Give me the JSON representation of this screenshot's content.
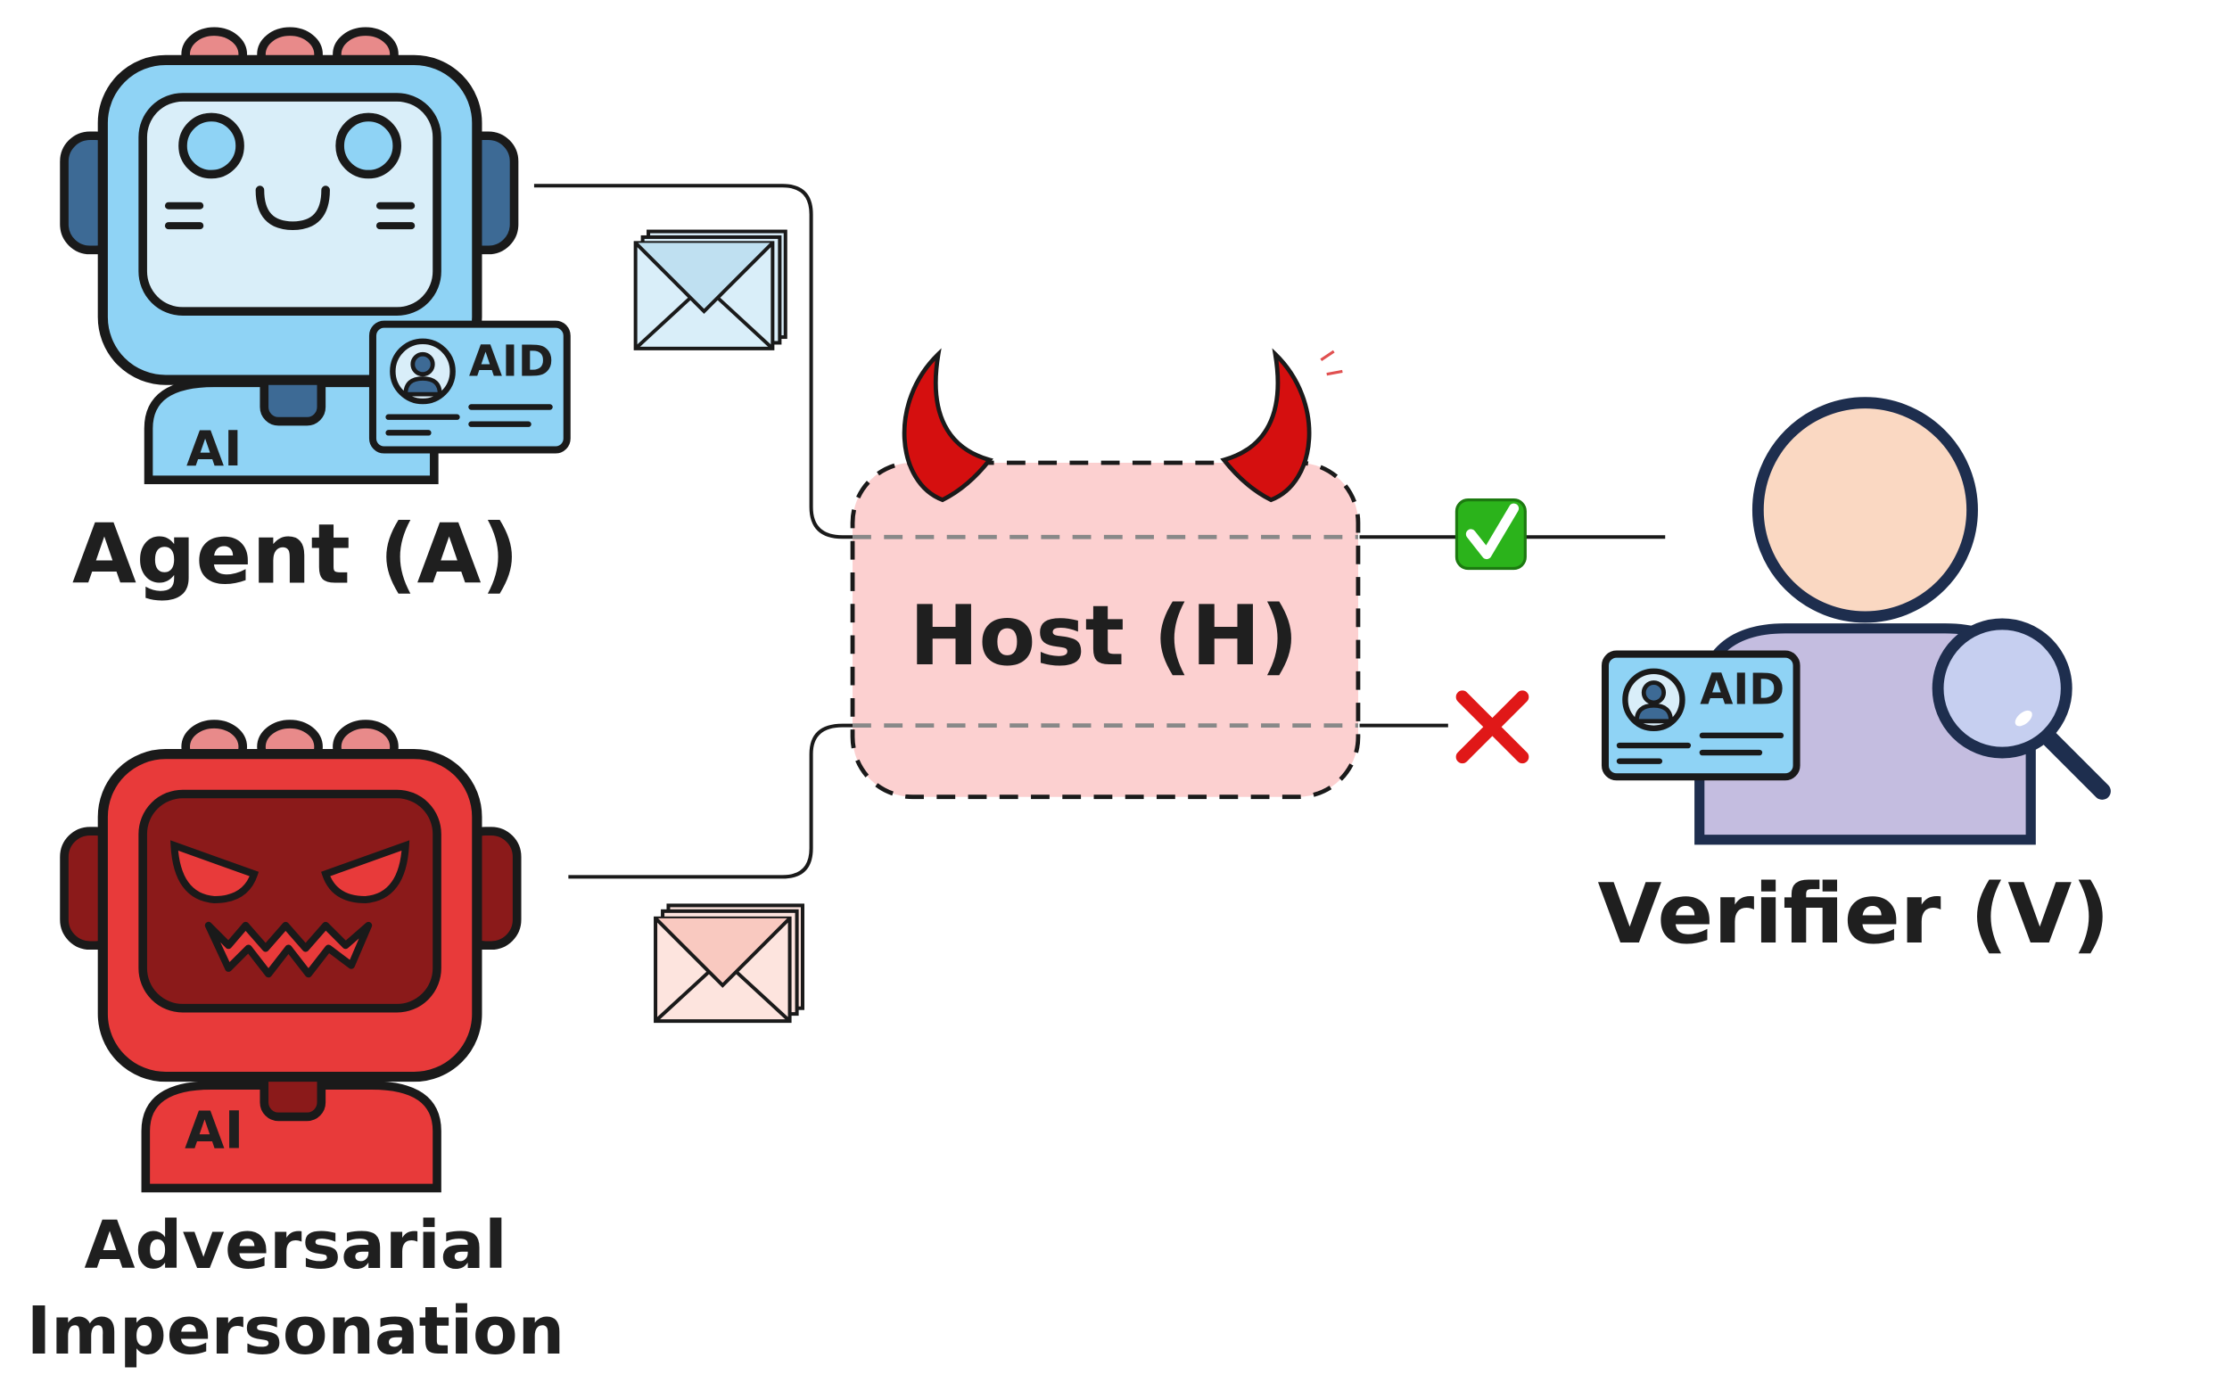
{
  "nodes": {
    "agent": {
      "label": "Agent (A)",
      "badge": "AI",
      "card_label": "AID"
    },
    "adversary": {
      "label_line1": "Adversarial",
      "label_line2": "Impersonation",
      "badge": "AI"
    },
    "host": {
      "label": "Host (H)"
    },
    "verifier": {
      "label": "Verifier (V)",
      "card_label": "AID"
    }
  },
  "outcomes": {
    "accepted_icon": "check-mark-icon",
    "rejected_icon": "cross-mark-icon"
  },
  "colors": {
    "agent_face": "#8fd3f5",
    "agent_screen": "#d9eef9",
    "adversary_face": "#e83a3a",
    "adversary_screen": "#8b1a1a",
    "host_fill": "#fcd0d0",
    "horn": "#d50f0f",
    "verifier_head": "#fad8c2",
    "verifier_body": "#c4bde0",
    "check_green": "#2bb31b",
    "cross_red": "#e01818",
    "outline": "#1a1a1a"
  }
}
